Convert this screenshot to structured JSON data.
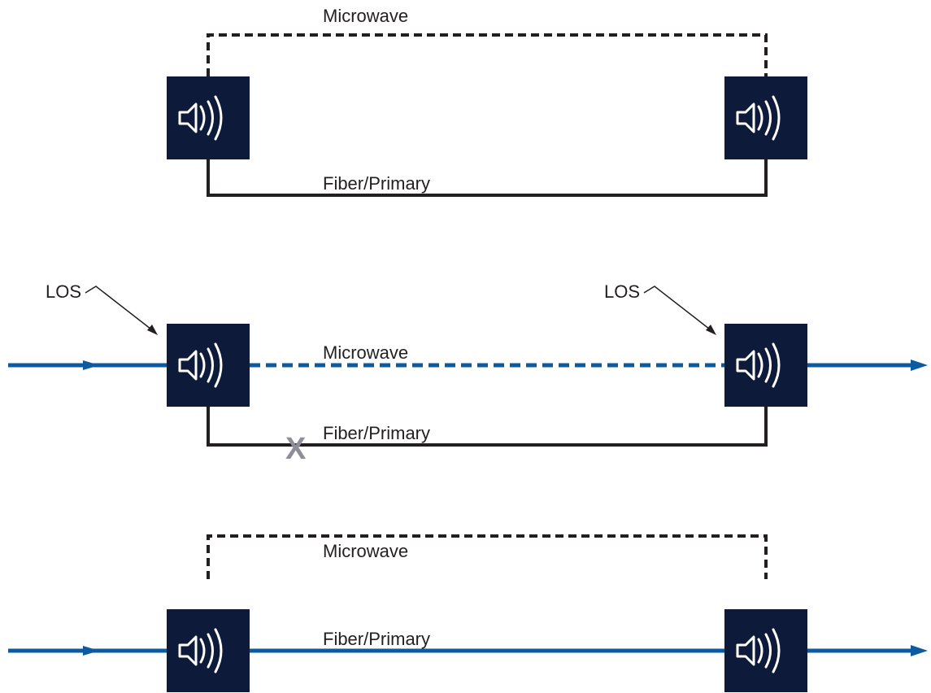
{
  "colors": {
    "node_fill": "#0e1a3a",
    "node_icon": "#ffffff",
    "link_dark": "#231f20",
    "traffic_blue": "#0c5aa0",
    "failure_mark": "#8e8e98",
    "background": "#ffffff"
  },
  "icons": {
    "node": "radio-antenna-icon"
  },
  "scenarios": [
    {
      "microwave_label": "Microwave",
      "fiber_label": "Fiber/Primary"
    },
    {
      "microwave_label": "Microwave",
      "fiber_label": "Fiber/Primary",
      "los_left_label": "LOS",
      "los_right_label": "LOS",
      "failure_label": "X"
    },
    {
      "microwave_label": "Microwave",
      "fiber_label": "Fiber/Primary"
    }
  ]
}
